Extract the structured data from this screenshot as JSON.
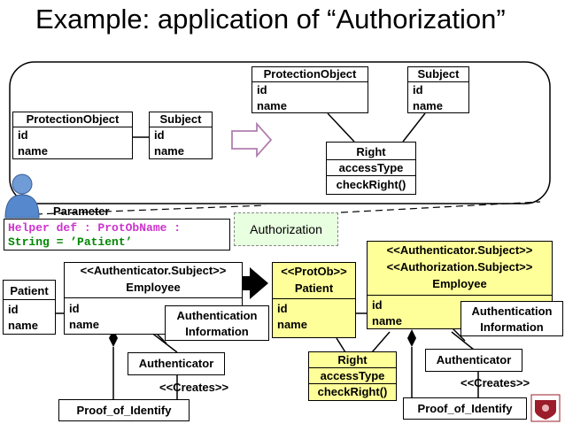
{
  "title": "Example: application of “Authorization”",
  "template": {
    "protection_object_left": {
      "name": "ProtectionObject",
      "attrs": [
        "id",
        "name"
      ]
    },
    "subject_left": {
      "name": "Subject",
      "attrs": [
        "id",
        "name"
      ]
    },
    "protection_object_top": {
      "name": "ProtectionObject",
      "attrs": [
        "id",
        "name"
      ]
    },
    "subject_top": {
      "name": "Subject",
      "attrs": [
        "id",
        "name"
      ]
    },
    "right": {
      "name": "Right",
      "attrs": [
        "accessType",
        "checkRight()"
      ]
    }
  },
  "parameter": {
    "label": "Parameter",
    "helper_line1": "Helper def : ProtObName :",
    "helper_line2": "String = ’Patient’"
  },
  "authorization_label": "Authorization",
  "left_model": {
    "patient": {
      "name": "Patient",
      "attrs": [
        "id",
        "name"
      ]
    },
    "employee": {
      "stereotype": "<<Authenticator.Subject>>",
      "name": "Employee",
      "attrs": [
        "id",
        "name"
      ]
    },
    "auth_info": {
      "line1": "Authentication",
      "line2": "Information"
    },
    "authenticator": "Authenticator",
    "creates": "<<Creates>>",
    "proof": "Proof_of_Identify"
  },
  "right_model": {
    "patient": {
      "stereotype": "<<ProtOb>>",
      "name": "Patient",
      "attrs": [
        "id",
        "name"
      ]
    },
    "employee": {
      "stereotype1": "<<Authenticator.Subject>>",
      "stereotype2": "<<Authorization.Subject>>",
      "name": "Employee",
      "attrs": [
        "id",
        "name"
      ]
    },
    "auth_info": {
      "line1": "Authentication",
      "line2": "Information"
    },
    "authenticator": "Authenticator",
    "creates": "<<Creates>>",
    "proof": "Proof_of_Identify",
    "right": {
      "name": "Right",
      "attrs": [
        "accessType",
        "checkRight()"
      ]
    }
  },
  "colors": {
    "highlight": "#ffff99",
    "authorization_note": "#e8ffe0",
    "helper_keyword": "#cc33cc",
    "helper_text": "#008800",
    "person": "#5588cc",
    "logo": "#9b1c2a"
  },
  "icons": [
    "person-icon",
    "hollow-right-arrow-icon",
    "solid-right-arrow-icon",
    "logo-icon"
  ]
}
